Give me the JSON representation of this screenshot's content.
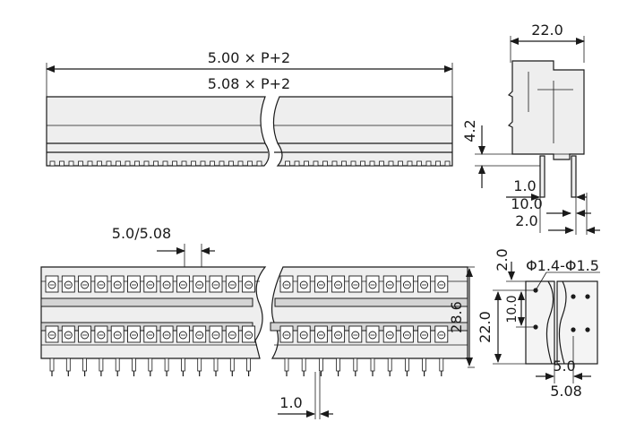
{
  "dimensions": {
    "top_length_a": "5.00 × P+2",
    "top_length_b": "5.08 × P+2",
    "side_width": "22.0",
    "side_step": "4.2",
    "side_pin_1": "1.0",
    "side_pin_10": "10.0",
    "side_pin_2": "2.0",
    "pitch": "5.0/5.08",
    "height_28": "28.6",
    "pin_width": "1.0",
    "hole_2": "2.0",
    "hole_diameter": "Φ1.4-Φ1.5",
    "hole_height_22": "22.0",
    "hole_height_10": "10.0",
    "hole_pitch_50": "5.0",
    "hole_pitch_508": "5.08"
  },
  "layout": {
    "left_terminals": 13,
    "right_terminals": 10
  },
  "colors": {
    "ink": "#1a1a1a",
    "body": "#eeeeee",
    "band": "#d4d4d4"
  }
}
